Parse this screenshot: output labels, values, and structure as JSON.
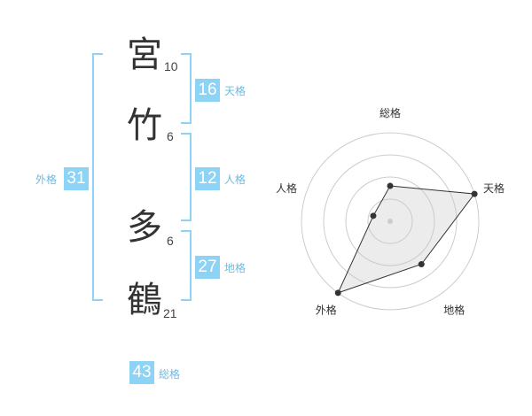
{
  "name": {
    "chars": [
      {
        "char": "宮",
        "strokes": "10"
      },
      {
        "char": "竹",
        "strokes": "6"
      },
      {
        "char": "多",
        "strokes": "6"
      },
      {
        "char": "鶴",
        "strokes": "21"
      }
    ]
  },
  "kakusu": {
    "tenkaku": {
      "value": "16",
      "label": "天格"
    },
    "jinkaku": {
      "value": "12",
      "label": "人格"
    },
    "chikaku": {
      "value": "27",
      "label": "地格"
    },
    "gaikaku": {
      "value": "31",
      "label": "外格"
    },
    "soukaku": {
      "value": "43",
      "label": "総格"
    }
  },
  "colors": {
    "accent": "#8cd3f5",
    "label": "#6fb9e0",
    "text": "#333333"
  },
  "chart_data": {
    "type": "radar",
    "axes": [
      "総格",
      "天格",
      "地格",
      "外格",
      "人格"
    ],
    "values": [
      2,
      5,
      3,
      5,
      1
    ],
    "rings": 4,
    "max": 5
  }
}
